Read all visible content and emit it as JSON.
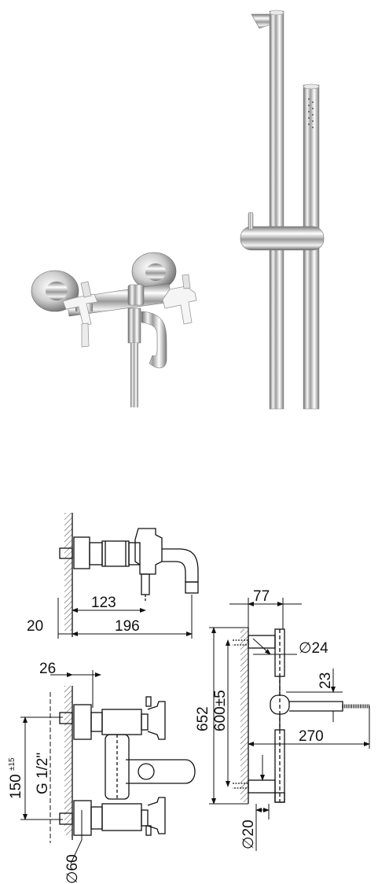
{
  "photo": {
    "subject": "wall-mounted bath-shower mixer with cross handles and sliding shower rail with hand shower"
  },
  "colors": {
    "line": "#111111",
    "chrome_light": "#f4f4f4",
    "chrome_mid": "#bdbdbd",
    "chrome_dark": "#5a5a5a",
    "background": "#ffffff"
  },
  "dimensions": {
    "side_view": {
      "spout_reach": "123",
      "overall_depth": "196",
      "wall_offset": "20"
    },
    "front_view": {
      "body_projection": "26",
      "center_distance": "150",
      "center_tolerance": "±15",
      "thread": "G 1/2\"",
      "rosette_diameter": "∅60"
    },
    "shower_rail": {
      "rail_projection": "77",
      "rail_diameter": "∅24",
      "overall_height": "652",
      "bracket_distance": "600±5",
      "slider_offset": "23",
      "hand_shower_length": "270",
      "bottom_diameter": "∅20"
    }
  }
}
